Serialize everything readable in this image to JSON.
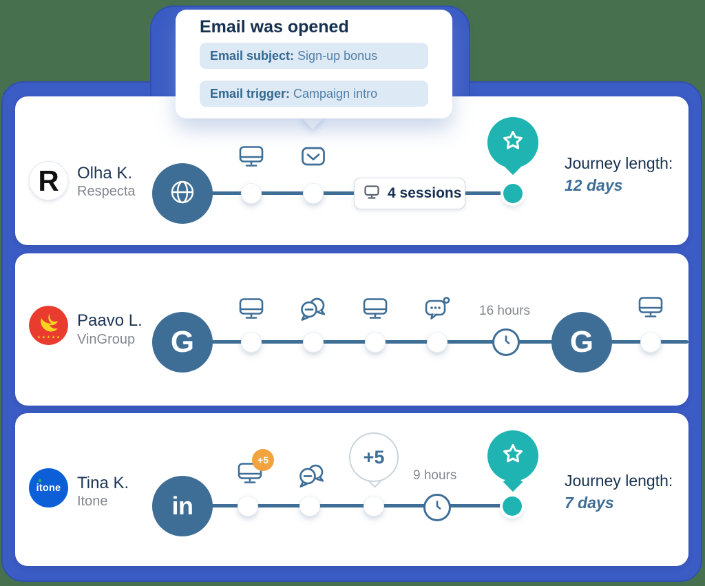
{
  "tooltip": {
    "title": "Email was opened",
    "items": [
      {
        "label": "Email subject:",
        "value": " Sign-up bonus"
      },
      {
        "label": "Email trigger:",
        "value": " Campaign intro"
      }
    ]
  },
  "rows": [
    {
      "name": "Olha K.",
      "company": "Respecta",
      "logo_letter": "R",
      "start_icon": "globe",
      "events": [
        "monitor",
        "email"
      ],
      "session_badge": "4 sessions",
      "end_icon": "star",
      "journey_label": "Journey length:",
      "journey_value": "12 days"
    },
    {
      "name": "Paavo L.",
      "company": "VinGroup",
      "logo_stars": "★ ★ ★ ★ ★",
      "start_letter": "G",
      "events": [
        "monitor",
        "chat",
        "monitor",
        "chat-dots"
      ],
      "duration": "16 hours",
      "mid_letter": "G",
      "events_after": [
        "monitor"
      ]
    },
    {
      "name": "Tina K.",
      "company": "Itone",
      "logo_text": "itone",
      "start_letter": "in",
      "events": [
        "monitor",
        "chat"
      ],
      "monitor_badge": "+5",
      "balloon_value": "+5",
      "duration": "9 hours",
      "end_icon": "star",
      "journey_label": "Journey length:",
      "journey_value": "7 days"
    }
  ],
  "colors": {
    "frame_blue": "#3b5cc4",
    "steel_blue": "#3e6e96",
    "teal": "#1fb4b1",
    "orange": "#f2a23e",
    "background_green": "#47704f",
    "navy_text": "#16304f",
    "gray_text": "#82878f"
  }
}
